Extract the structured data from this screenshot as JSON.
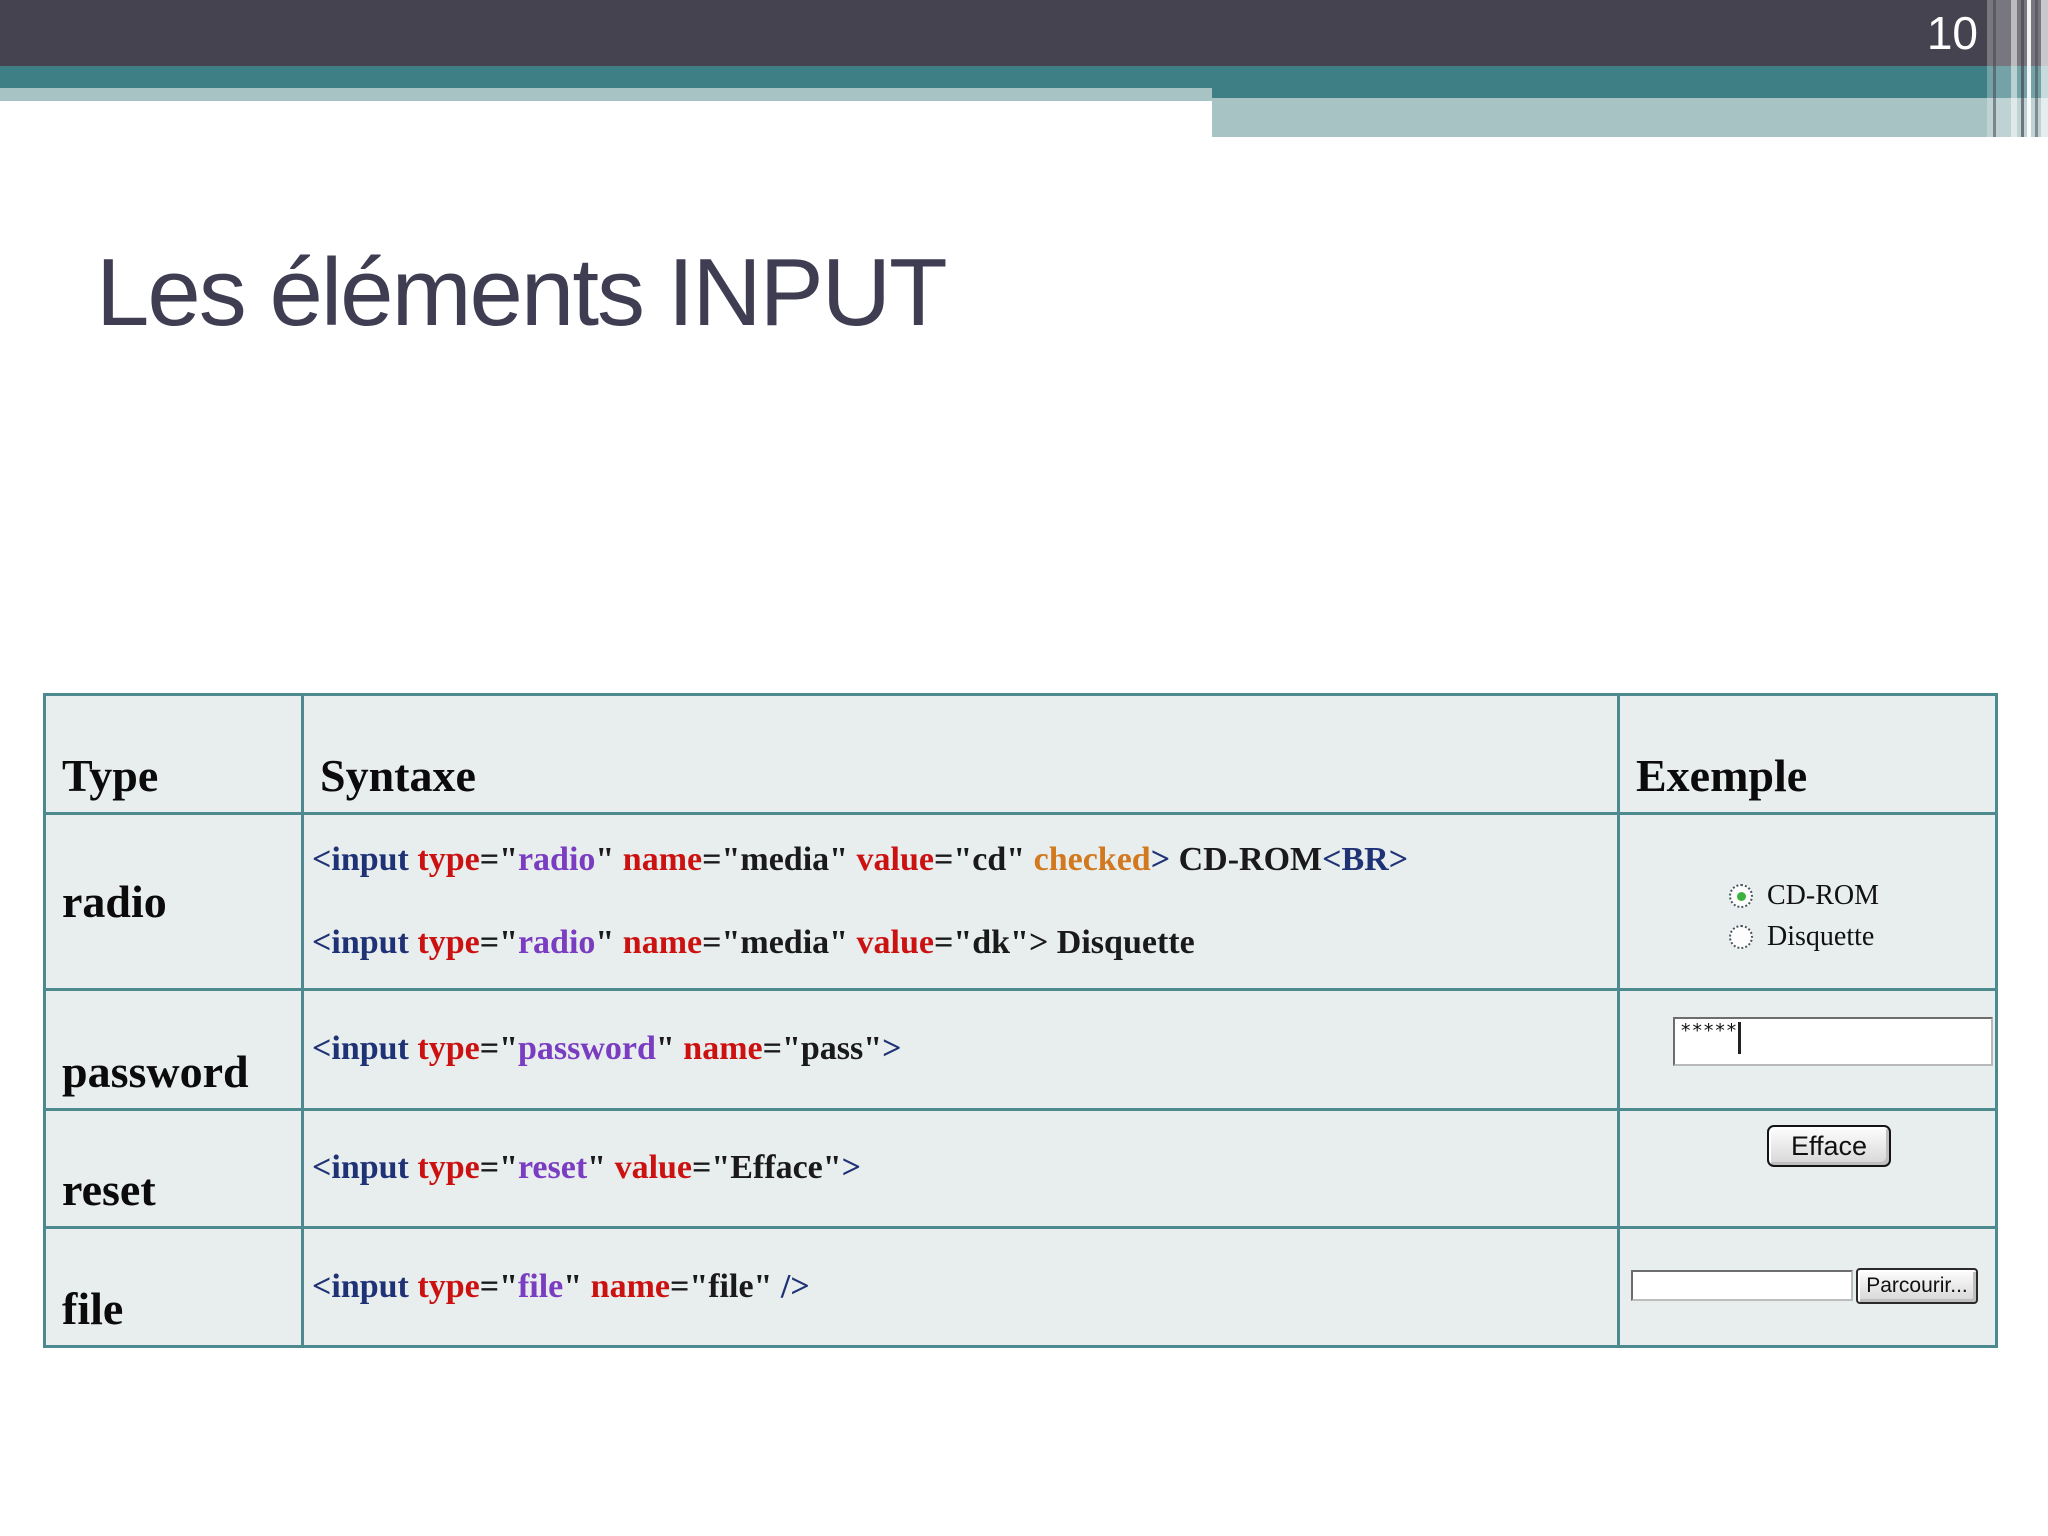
{
  "page": {
    "number": "10"
  },
  "title": "Les éléments INPUT",
  "colors": {
    "bar_dark": "#45434f",
    "bar_teal": "#3e7f86",
    "bar_light": "#a7c3c4",
    "table_border": "#4d8a90",
    "cell_background": "#e8edee",
    "code_navy": "#1f3275",
    "code_red": "#cc1111",
    "code_purple": "#7a3cc0",
    "code_orange": "#d2791f",
    "radio_checked_dot": "#3db33d"
  },
  "table": {
    "headers": [
      "Type",
      "Syntaxe",
      "Exemple"
    ],
    "rows": [
      {
        "type": "radio",
        "code_lines": [
          [
            {
              "t": "<input ",
              "c": "navy"
            },
            {
              "t": "type",
              "c": "red"
            },
            {
              "t": "=\"",
              "c": "black"
            },
            {
              "t": "radio",
              "c": "purple"
            },
            {
              "t": "\" ",
              "c": "black"
            },
            {
              "t": "name",
              "c": "red"
            },
            {
              "t": "=\"media\" ",
              "c": "black"
            },
            {
              "t": "value",
              "c": "red"
            },
            {
              "t": "=\"cd\" ",
              "c": "black"
            },
            {
              "t": "checked",
              "c": "orange"
            },
            {
              "t": ">",
              "c": "navy"
            },
            {
              "t": " CD-ROM",
              "c": "black"
            },
            {
              "t": "<BR>",
              "c": "navy"
            }
          ],
          [
            {
              "t": "<input ",
              "c": "navy"
            },
            {
              "t": "type",
              "c": "red"
            },
            {
              "t": "=\"",
              "c": "black"
            },
            {
              "t": "radio",
              "c": "purple"
            },
            {
              "t": "\" ",
              "c": "black"
            },
            {
              "t": "name",
              "c": "red"
            },
            {
              "t": "=\"media\" ",
              "c": "black"
            },
            {
              "t": "value",
              "c": "red"
            },
            {
              "t": "=\"dk\"",
              "c": "black"
            },
            {
              "t": "> Disquette",
              "c": "black"
            }
          ]
        ],
        "example": {
          "options": [
            {
              "label": "CD-ROM",
              "checked": true
            },
            {
              "label": "Disquette",
              "checked": false
            }
          ]
        }
      },
      {
        "type": "password",
        "code_lines": [
          [
            {
              "t": "<input ",
              "c": "navy"
            },
            {
              "t": "type",
              "c": "red"
            },
            {
              "t": "=\"",
              "c": "black"
            },
            {
              "t": "password",
              "c": "purple"
            },
            {
              "t": "\" ",
              "c": "black"
            },
            {
              "t": "name",
              "c": "red"
            },
            {
              "t": "=\"pass\"",
              "c": "black"
            },
            {
              "t": ">",
              "c": "navy"
            }
          ]
        ],
        "example": {
          "password_display": "*****"
        }
      },
      {
        "type": "reset",
        "code_lines": [
          [
            {
              "t": "<input ",
              "c": "navy"
            },
            {
              "t": "type",
              "c": "red"
            },
            {
              "t": "=\"",
              "c": "black"
            },
            {
              "t": "reset",
              "c": "purple"
            },
            {
              "t": "\" ",
              "c": "black"
            },
            {
              "t": "value",
              "c": "red"
            },
            {
              "t": "=\"Efface\"",
              "c": "black"
            },
            {
              "t": ">",
              "c": "navy"
            }
          ]
        ],
        "example": {
          "button_label": "Efface"
        }
      },
      {
        "type": "file",
        "code_lines": [
          [
            {
              "t": " <input ",
              "c": "navy"
            },
            {
              "t": "type",
              "c": "red"
            },
            {
              "t": "=\"",
              "c": "black"
            },
            {
              "t": "file",
              "c": "purple"
            },
            {
              "t": "\" ",
              "c": "black"
            },
            {
              "t": "name",
              "c": "red"
            },
            {
              "t": "=\"file\" ",
              "c": "black"
            },
            {
              "t": "/>",
              "c": "navy"
            }
          ]
        ],
        "example": {
          "file_value": "",
          "button_label": "Parcourir..."
        }
      }
    ]
  }
}
